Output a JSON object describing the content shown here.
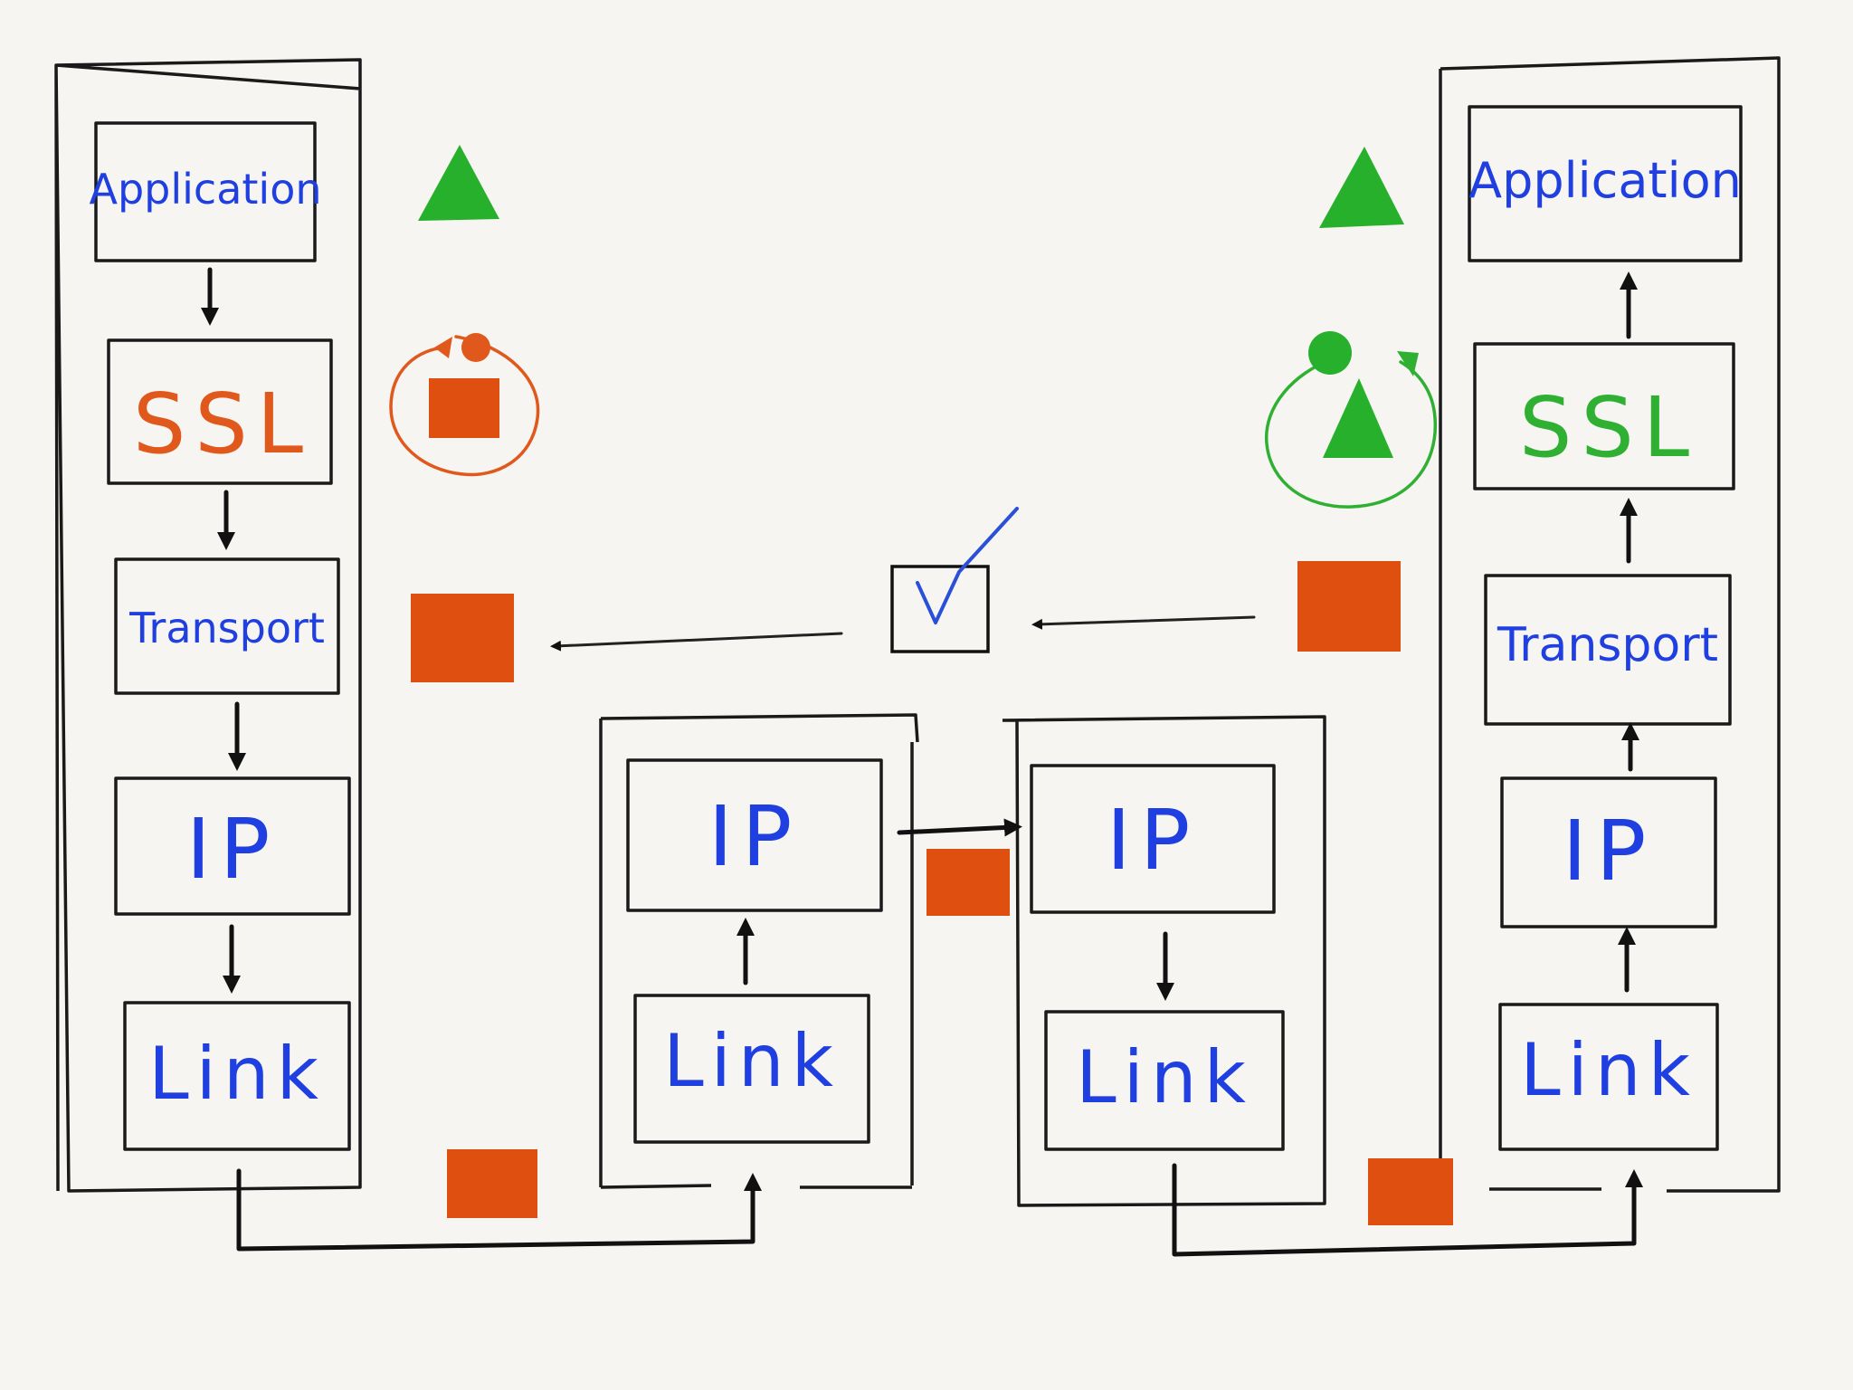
{
  "colors": {
    "label_blue": "#1f3fe0",
    "ssl_orange": "#e0581c",
    "ssl_green": "#2fb033",
    "packet_orange": "#df4f10",
    "triangle_green": "#27b02c",
    "check_blue": "#2a4fd8",
    "ink": "#111111",
    "paper": "#f6f5f1"
  },
  "sender_stack": {
    "application": "Application",
    "ssl": "SSL",
    "transport": "Transport",
    "ip": "IP",
    "link": "Link"
  },
  "router_a": {
    "ip": "IP",
    "link": "Link"
  },
  "router_b": {
    "ip": "IP",
    "link": "Link"
  },
  "receiver_stack": {
    "application": "Application",
    "ssl": "SSL",
    "transport": "Transport",
    "ip": "IP",
    "link": "Link"
  },
  "icons": {
    "plaintext_symbol": "triangle-icon",
    "ciphertext_symbol": "square-icon",
    "encrypt_symbol": "encrypt-cycle-icon",
    "decrypt_symbol": "decrypt-cycle-icon",
    "acknowledge_symbol": "checkbox-icon"
  }
}
